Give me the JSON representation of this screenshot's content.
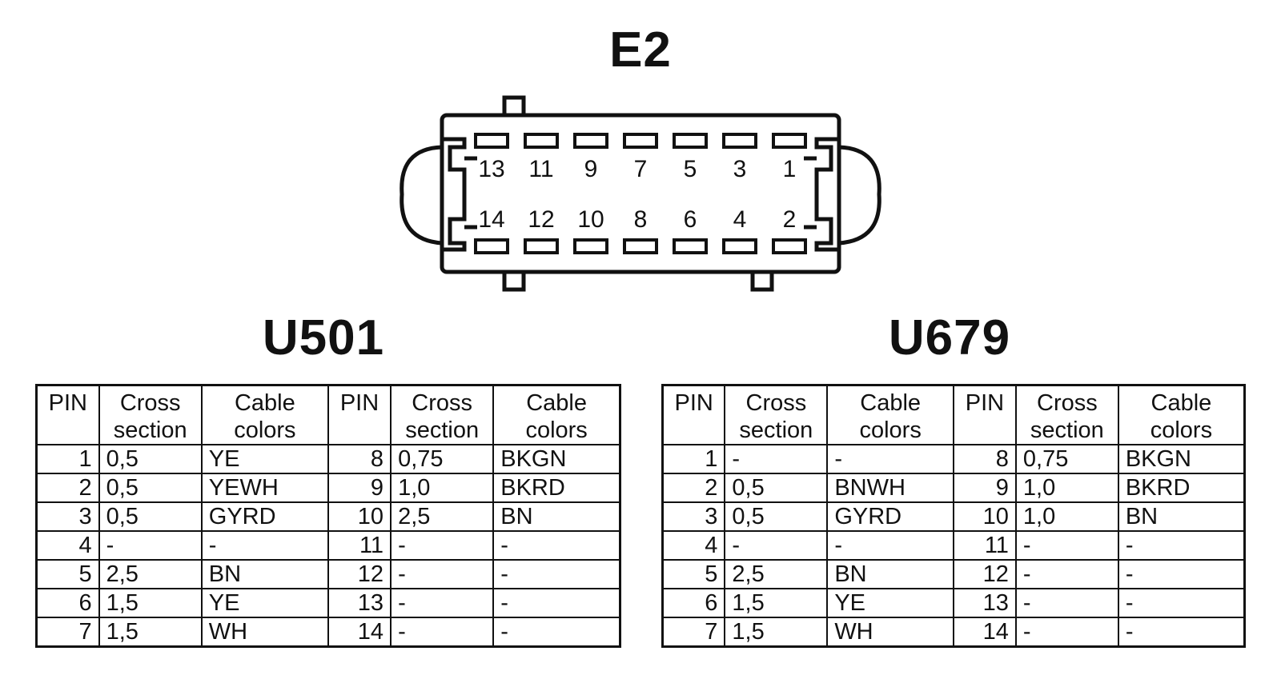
{
  "titles": {
    "connector": "E2",
    "left_table": "U501",
    "right_table": "U679"
  },
  "connector": {
    "top_pins": [
      "13",
      "11",
      "9",
      "7",
      "5",
      "3",
      "1"
    ],
    "bottom_pins": [
      "14",
      "12",
      "10",
      "8",
      "6",
      "4",
      "2"
    ]
  },
  "headers": [
    {
      "l1": "PIN",
      "l2": ""
    },
    {
      "l1": "Cross",
      "l2": "section"
    },
    {
      "l1": "Cable",
      "l2": "colors"
    },
    {
      "l1": "PIN",
      "l2": ""
    },
    {
      "l1": "Cross",
      "l2": "section"
    },
    {
      "l1": "Cable",
      "l2": "colors"
    }
  ],
  "u501_rows": [
    [
      "1",
      "0,5",
      "YE",
      "8",
      "0,75",
      "BKGN"
    ],
    [
      "2",
      "0,5",
      "YEWH",
      "9",
      "1,0",
      "BKRD"
    ],
    [
      "3",
      "0,5",
      "GYRD",
      "10",
      "2,5",
      "BN"
    ],
    [
      "4",
      "-",
      "-",
      "11",
      "-",
      "-"
    ],
    [
      "5",
      "2,5",
      "BN",
      "12",
      "-",
      "-"
    ],
    [
      "6",
      "1,5",
      "YE",
      "13",
      "-",
      "-"
    ],
    [
      "7",
      "1,5",
      "WH",
      "14",
      "-",
      "-"
    ]
  ],
  "u679_rows": [
    [
      "1",
      "-",
      "-",
      "8",
      "0,75",
      "BKGN"
    ],
    [
      "2",
      "0,5",
      "BNWH",
      "9",
      "1,0",
      "BKRD"
    ],
    [
      "3",
      "0,5",
      "GYRD",
      "10",
      "1,0",
      "BN"
    ],
    [
      "4",
      "-",
      "-",
      "11",
      "-",
      "-"
    ],
    [
      "5",
      "2,5",
      "BN",
      "12",
      "-",
      "-"
    ],
    [
      "6",
      "1,5",
      "YE",
      "13",
      "-",
      "-"
    ],
    [
      "7",
      "1,5",
      "WH",
      "14",
      "-",
      "-"
    ]
  ]
}
